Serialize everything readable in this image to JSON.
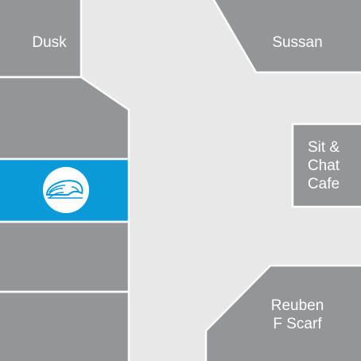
{
  "map": {
    "background_color": "#e8e8e8",
    "block_color": "#939598",
    "highlight_color": "#0b9ad8",
    "stores": [
      {
        "id": "dusk",
        "label": "Dusk"
      },
      {
        "id": "sussan",
        "label": "Sussan"
      },
      {
        "id": "sit-chat-cafe",
        "label": "Sit &\nChat\nCafe"
      },
      {
        "id": "reuben-f-scarf",
        "label": "Reuben\nF Scarf"
      }
    ],
    "highlighted_store": {
      "icon": "shell-logo-icon"
    }
  }
}
